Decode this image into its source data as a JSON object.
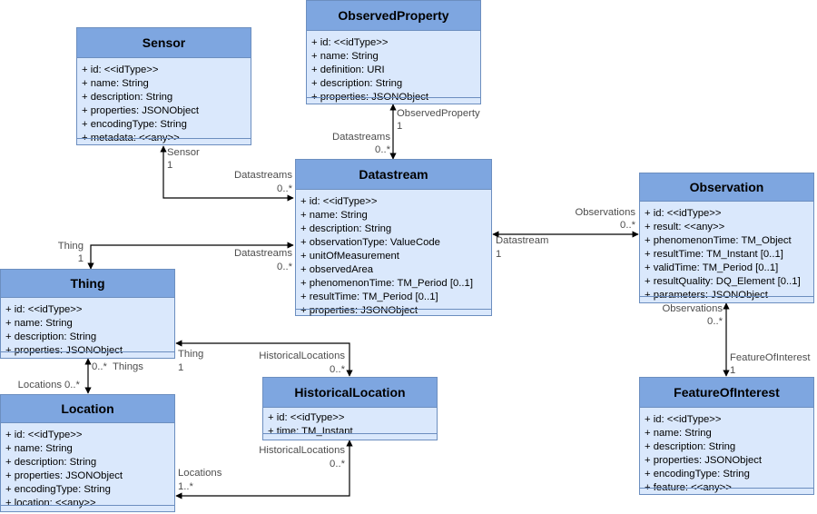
{
  "classes": {
    "sensor": {
      "title": "Sensor",
      "attributes": [
        "+ id: <<idType>>",
        "+ name: String",
        "+ description: String",
        "+ properties: JSONObject",
        "+ encodingType: String",
        "+ metadata: <<any>>"
      ]
    },
    "observed_property": {
      "title": "ObservedProperty",
      "attributes": [
        "+ id: <<idType>>",
        "+ name: String",
        "+ definition: URI",
        "+ description: String",
        "+ properties: JSONObject"
      ]
    },
    "datastream": {
      "title": "Datastream",
      "attributes": [
        "+ id: <<idType>>",
        "+ name: String",
        "+ description: String",
        "+ observationType: ValueCode",
        "+ unitOfMeasurement",
        "+ observedArea",
        "+ phenomenonTime: TM_Period [0..1]",
        "+ resultTime: TM_Period [0..1]",
        "+ properties: JSONObject"
      ]
    },
    "observation": {
      "title": "Observation",
      "attributes": [
        "+ id: <<idType>>",
        "+ result: <<any>>",
        "+ phenomenonTime: TM_Object",
        "+ resultTime: TM_Instant [0..1]",
        "+ validTime: TM_Period [0..1]",
        "+ resultQuality: DQ_Element [0..1]",
        "+ parameters: JSONObject"
      ]
    },
    "thing": {
      "title": "Thing",
      "attributes": [
        "+ id: <<idType>>",
        "+ name: String",
        "+ description: String",
        "+ properties: JSONObject"
      ]
    },
    "location": {
      "title": "Location",
      "attributes": [
        "+ id: <<idType>>",
        "+ name: String",
        "+ description: String",
        "+ properties: JSONObject",
        "+ encodingType: String",
        "+ location: <<any>>"
      ]
    },
    "historical_location": {
      "title": "HistoricalLocation",
      "attributes": [
        "+ id: <<idType>>",
        "+ time: TM_Instant"
      ]
    },
    "feature_of_interest": {
      "title": "FeatureOfInterest",
      "attributes": [
        "+ id: <<idType>>",
        "+ name: String",
        "+ description: String",
        "+ properties: JSONObject",
        "+ encodingType: String",
        "+ feature: <<any>>"
      ]
    }
  },
  "edge_labels": {
    "sensor_role": "Sensor",
    "sensor_mult": "1",
    "ds_sensor_role": "Datastreams",
    "ds_sensor_mult": "0..*",
    "op_role": "ObservedProperty",
    "op_mult": "1",
    "ds_op_role": "Datastreams",
    "ds_op_mult": "0..*",
    "thing_role": "Thing",
    "thing_mult": "1",
    "ds_thing_role": "Datastreams",
    "ds_thing_mult": "0..*",
    "obs_role": "Observations",
    "obs_mult": "0..*",
    "ds_obs_role": "Datastream",
    "ds_obs_mult": "1",
    "thing_loc_mult": "0..*",
    "thing_loc_role": "Things",
    "loc_thing_role": "Locations",
    "loc_thing_mult": "0..*",
    "hl_thing_role": "Thing",
    "hl_thing_mult": "1",
    "hl_top_role": "HistoricalLocations",
    "hl_top_mult": "0..*",
    "hl_bottom_role": "HistoricalLocations",
    "hl_bottom_mult": "0..*",
    "loc_hl_role": "Locations",
    "loc_hl_mult": "1..*",
    "foi_obs_role": "Observations",
    "foi_obs_mult": "0..*",
    "foi_role": "FeatureOfInterest",
    "foi_mult": "1"
  }
}
